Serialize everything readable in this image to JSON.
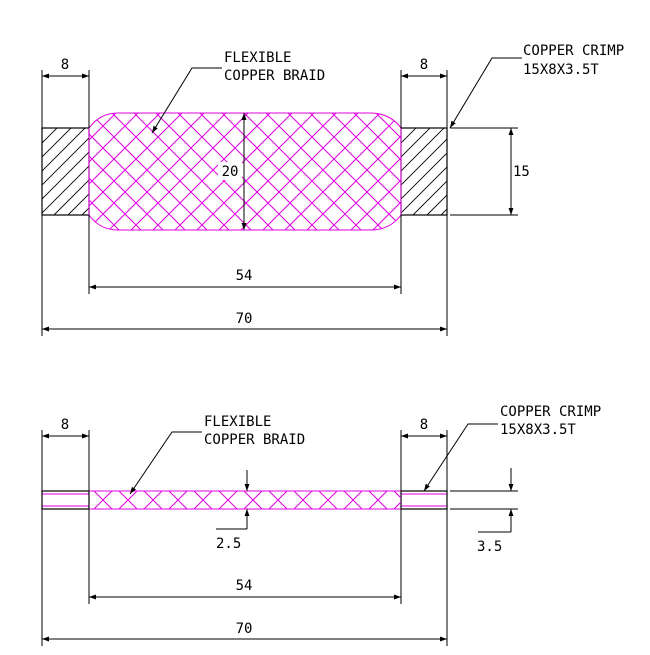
{
  "top_view": {
    "left_crimp_width": "8",
    "right_crimp_width": "8",
    "braid_label_line1": "FLEXIBLE",
    "braid_label_line2": "COPPER BRAID",
    "crimp_label_line1": "COPPER CRIMP",
    "crimp_label_line2": "15X8X3.5T",
    "braid_width": "20",
    "crimp_height": "15",
    "braid_length": "54",
    "overall_length": "70"
  },
  "side_view": {
    "left_crimp_width": "8",
    "right_crimp_width": "8",
    "braid_label_line1": "FLEXIBLE",
    "braid_label_line2": "COPPER BRAID",
    "crimp_label_line1": "COPPER CRIMP",
    "crimp_label_line2": "15X8X3.5T",
    "braid_thickness": "2.5",
    "crimp_thickness": "3.5",
    "braid_length": "54",
    "overall_length": "70"
  },
  "colors": {
    "braid": "#e000e0",
    "lines": "#000000",
    "background": "#ffffff"
  }
}
